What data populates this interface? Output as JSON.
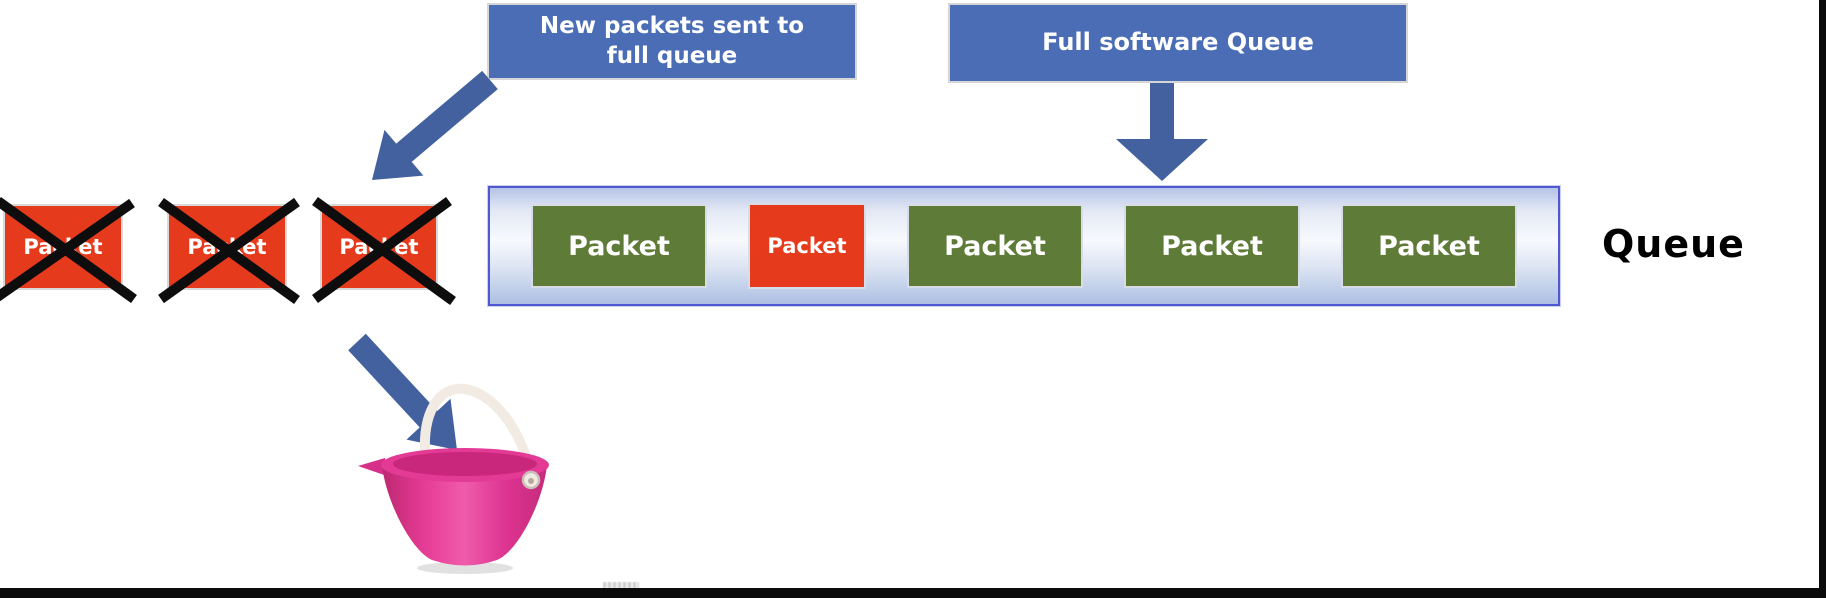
{
  "diagram": {
    "callouts": {
      "new_packets_lines": [
        "New packets sent to",
        "full queue"
      ],
      "full_queue": "Full software Queue"
    },
    "queue_title": "Queue",
    "dropped_packets": [
      {
        "label": "Packet"
      },
      {
        "label": "Packet"
      },
      {
        "label": "Packet"
      }
    ],
    "queue_packets": [
      {
        "label": "Packet",
        "state": "normal"
      },
      {
        "label": "Packet",
        "state": "highlighted"
      },
      {
        "label": "Packet",
        "state": "normal"
      },
      {
        "label": "Packet",
        "state": "normal"
      },
      {
        "label": "Packet",
        "state": "normal"
      }
    ],
    "colors": {
      "callout_blue": "#4a6db6",
      "arrow_blue": "#43619e",
      "packet_green": "#5e7b37",
      "packet_red": "#e63a1c",
      "queue_border": "#5157d0",
      "bucket_pink": "#d93088"
    }
  }
}
